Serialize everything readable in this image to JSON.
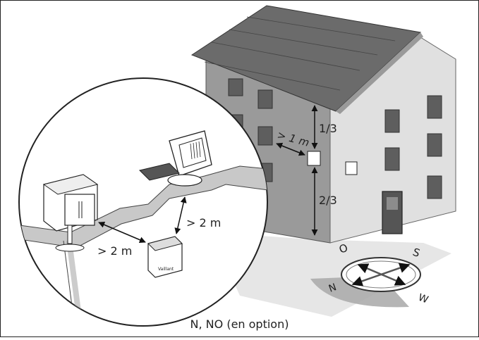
{
  "labels": {
    "dist_1_3": "1/3",
    "dist_2_3": "2/3",
    "dist_1m": "> 1 m",
    "dist_2m_a": "> 2 m",
    "dist_2m_b": "> 2 m",
    "caption": "N, NO (en option)"
  },
  "compass": {
    "north": "N",
    "west": "O",
    "south": "S",
    "east": "W"
  },
  "colors": {
    "roof": "#6b6b6b",
    "wall_left": "#9a9a9a",
    "wall_right": "#e0e0e0",
    "window": "#5e5e5e",
    "ground_shadow": "#cfcfcf",
    "compass_sector": "#a8a8a8"
  }
}
